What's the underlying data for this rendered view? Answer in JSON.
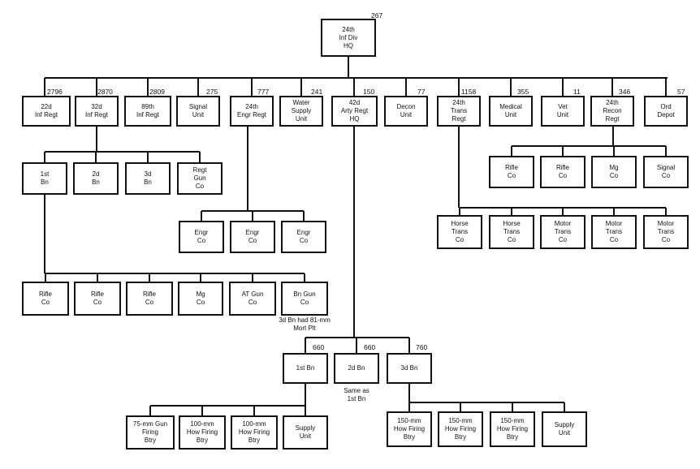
{
  "hq": {
    "lines": [
      "24th",
      "Inf Div",
      "HQ"
    ],
    "strength": "267"
  },
  "units": [
    {
      "lines": [
        "22d",
        "Inf Regt"
      ],
      "strength": "2796"
    },
    {
      "lines": [
        "32d",
        "Inf Regt"
      ],
      "strength": "2870"
    },
    {
      "lines": [
        "89th",
        "Inf Regt"
      ],
      "strength": "2809"
    },
    {
      "lines": [
        "Signal",
        "Unit"
      ],
      "strength": "275"
    },
    {
      "lines": [
        "24th",
        "Engr Regt"
      ],
      "strength": "777"
    },
    {
      "lines": [
        "Water",
        "Supply",
        "Unit"
      ],
      "strength": "241"
    },
    {
      "lines": [
        "42d",
        "Arty Regt",
        "HQ"
      ],
      "strength": "150"
    },
    {
      "lines": [
        "Decon",
        "Unit"
      ],
      "strength": "77"
    },
    {
      "lines": [
        "24th",
        "Trans",
        "Regt"
      ],
      "strength": "1158"
    },
    {
      "lines": [
        "Medical",
        "Unit"
      ],
      "strength": "355"
    },
    {
      "lines": [
        "Vet",
        "Unit"
      ],
      "strength": "11"
    },
    {
      "lines": [
        "24th",
        "Recon",
        "Regt"
      ],
      "strength": "346"
    },
    {
      "lines": [
        "Ord",
        "Depot"
      ],
      "strength": "57"
    }
  ],
  "inf_battalions": [
    [
      "1st",
      "Bn"
    ],
    [
      "2d",
      "Bn"
    ],
    [
      "3d",
      "Bn"
    ],
    [
      "Regt",
      "Gun",
      "Co"
    ]
  ],
  "bn_companies": [
    [
      "Rifle",
      "Co"
    ],
    [
      "Rifle",
      "Co"
    ],
    [
      "Rifle",
      "Co"
    ],
    [
      "Mg",
      "Co"
    ],
    [
      "AT Gun",
      "Co"
    ],
    [
      "Bn Gun",
      "Co"
    ]
  ],
  "bn_note": [
    "3d Bn had 81-mm",
    "Mort Plt"
  ],
  "engr_companies": [
    [
      "Engr",
      "Co"
    ],
    [
      "Engr",
      "Co"
    ],
    [
      "Engr",
      "Co"
    ]
  ],
  "recon_companies": [
    [
      "Rifle",
      "Co"
    ],
    [
      "Rifle",
      "Co"
    ],
    [
      "Mg",
      "Co"
    ],
    [
      "Signal",
      "Co"
    ]
  ],
  "trans_companies": [
    [
      "Horse",
      "Trans",
      "Co"
    ],
    [
      "Horse",
      "Trans",
      "Co"
    ],
    [
      "Motor",
      "Trans",
      "Co"
    ],
    [
      "Motor",
      "Trans",
      "Co"
    ],
    [
      "Motor",
      "Trans",
      "Co"
    ]
  ],
  "arty_battalions": [
    {
      "lines": [
        "1st Bn"
      ],
      "strength": "660"
    },
    {
      "lines": [
        "2d Bn"
      ],
      "strength": "660"
    },
    {
      "lines": [
        "3d Bn"
      ],
      "strength": "760"
    }
  ],
  "arty_note": [
    "Same as",
    "1st Bn"
  ],
  "bn1_batteries": [
    [
      "75-mm Gun",
      "Firing",
      "Btry"
    ],
    [
      "100-mm",
      "How Firing",
      "Btry"
    ],
    [
      "100-mm",
      "How Firing",
      "Btry"
    ],
    [
      "Supply",
      "Unit"
    ]
  ],
  "bn3_batteries": [
    [
      "150-mm",
      "How Firing",
      "Btry"
    ],
    [
      "150-mm",
      "How Firing",
      "Btry"
    ],
    [
      "150-mm",
      "How Firing",
      "Btry"
    ],
    [
      "Supply",
      "Unit"
    ]
  ]
}
